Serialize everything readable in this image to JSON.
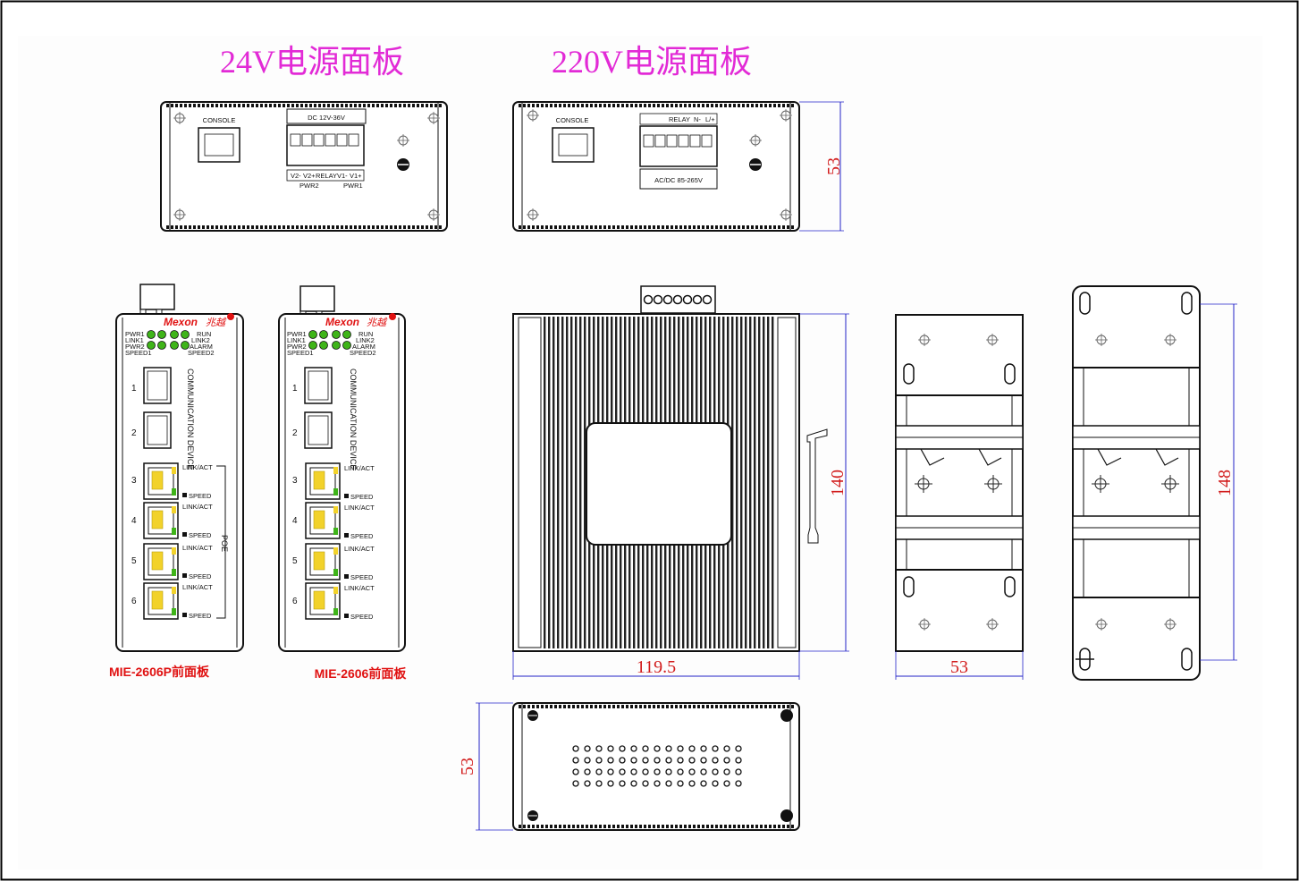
{
  "titles": {
    "panel_24v": "24V电源面板",
    "panel_220v": "220V电源面板"
  },
  "panel_24v": {
    "console": "CONSOLE",
    "dc_label": "DC 12V-36V",
    "terminal_labels": [
      "V2-",
      "V2+",
      "RELAY",
      "V1-",
      "V1+"
    ],
    "pwr2": "PWR2",
    "pwr1": "PWR1"
  },
  "panel_220v": {
    "console": "CONSOLE",
    "terminal_labels": [
      "RELAY",
      "N-",
      "L/+"
    ],
    "ac_label": "AC/DC 85-265V"
  },
  "front_panel": {
    "brand": "Mexon",
    "brand_cn": "兆越",
    "leds_left": [
      "PWR1",
      "LINK1",
      "PWR2",
      "SPEED1"
    ],
    "leds_right": [
      "RUN",
      "LINK2",
      "ALARM",
      "SPEED2"
    ],
    "sfp_label": "COMMUNICATION DEVICE",
    "port_numbers": [
      "1",
      "2",
      "3",
      "4",
      "5",
      "6"
    ],
    "link_act": "LINK/ACT",
    "speed": "SPEED",
    "poe": "POE"
  },
  "captions": {
    "poe_model": "MIE-2606P前面板",
    "model": "MIE-2606前面板"
  },
  "dimensions": {
    "side_height": "140",
    "side_width": "119.5",
    "top_height": "53",
    "bottom_height": "53",
    "bracket_width": "53",
    "bracket_height": "148"
  },
  "colors": {
    "title": "#e22ad6",
    "dimension_text": "#d21c1c",
    "dimension_line": "#2323c8",
    "caption": "#e01212",
    "led": "#3fb419",
    "rj45": "#f2d22a"
  }
}
